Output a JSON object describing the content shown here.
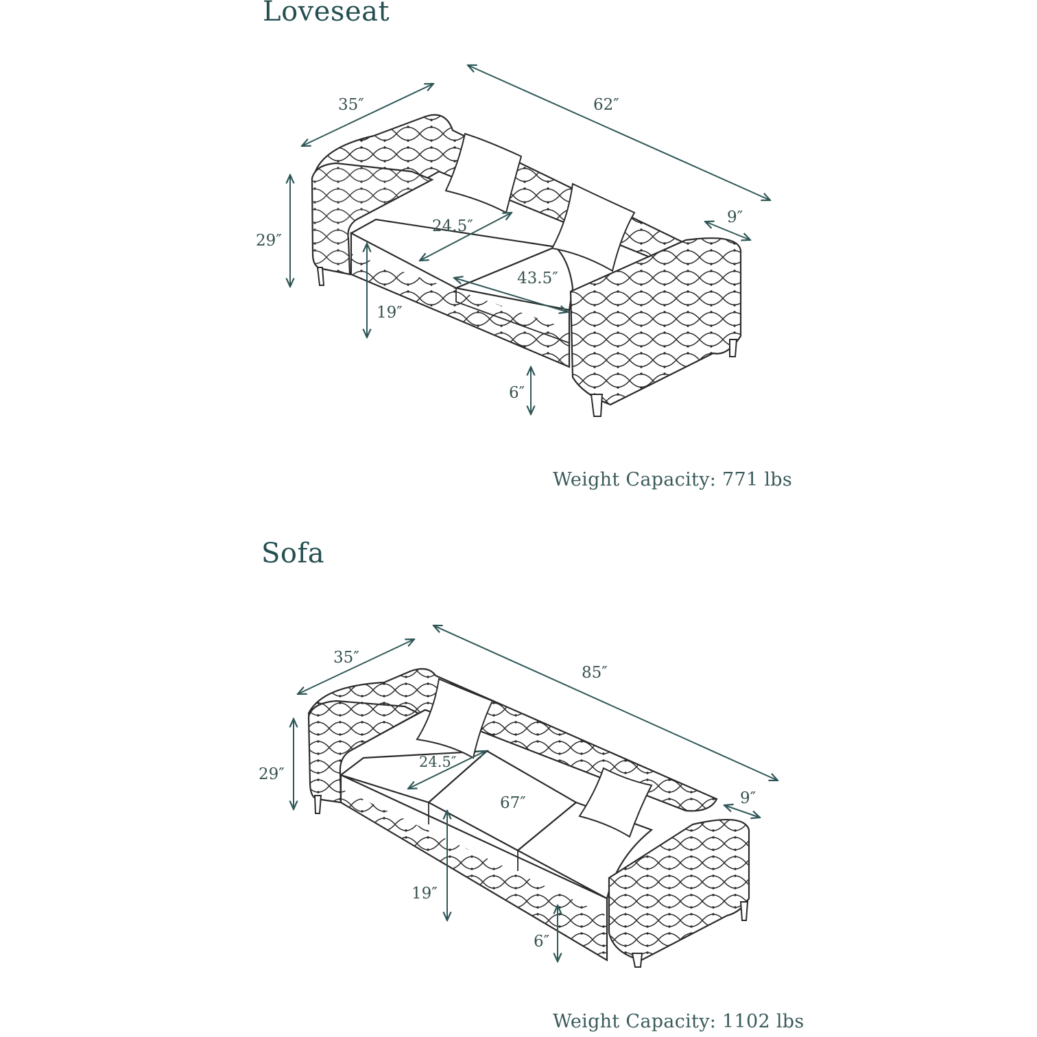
{
  "loveseat": {
    "title": "Loveseat",
    "depth": "35″",
    "width": "62″",
    "height": "29″",
    "arm_width": "9″",
    "seat_depth": "24.5″",
    "seat_width": "43.5″",
    "seat_height": "19″",
    "leg_height": "6″",
    "weight_capacity": "Weight Capacity: 771 lbs"
  },
  "sofa": {
    "title": "Sofa",
    "depth": "35″",
    "width": "85″",
    "height": "29″",
    "arm_width": "9″",
    "seat_depth": "24.5″",
    "seat_width": "67″",
    "seat_height": "19″",
    "leg_height": "6″",
    "weight_capacity": "Weight Capacity: 1102 lbs"
  }
}
